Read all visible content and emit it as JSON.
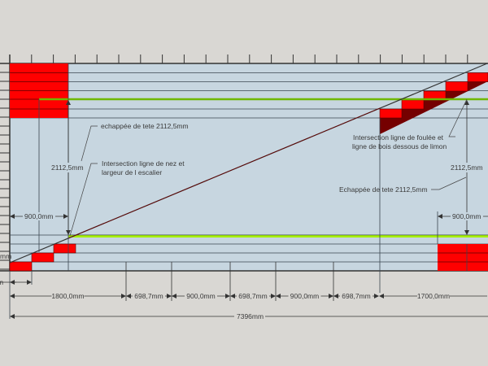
{
  "annotations": {
    "headroom_left": "echappée de tete 2112,5mm",
    "nosing_intersection_1": "Intersection ligne de nez et",
    "nosing_intersection_2": "largeur de l escalier",
    "stride_intersection_1": "Intersection ligne de foulée et",
    "stride_intersection_2": "ligne de bois dessous de limon",
    "headroom_right": "Echappée de tete 2112,5mm"
  },
  "dimensions": {
    "height_left": "2112,5mm",
    "height_right": "2112,5mm",
    "width_left": "900,0mm",
    "width_right": "900,0mm",
    "step_left_cut": "mm",
    "step_small_cut": "m",
    "segments": [
      "1800,0mm",
      "698,7mm",
      "900,0mm",
      "698,7mm",
      "900,0mm",
      "698,7mm",
      "1700,0mm"
    ],
    "total": "7396mm"
  },
  "colors": {
    "background": "#c7d6e0",
    "step": "#ff0000",
    "stringer": "#750000",
    "headroom_line": "#8ee000",
    "canvas": "#d9d7d3"
  }
}
